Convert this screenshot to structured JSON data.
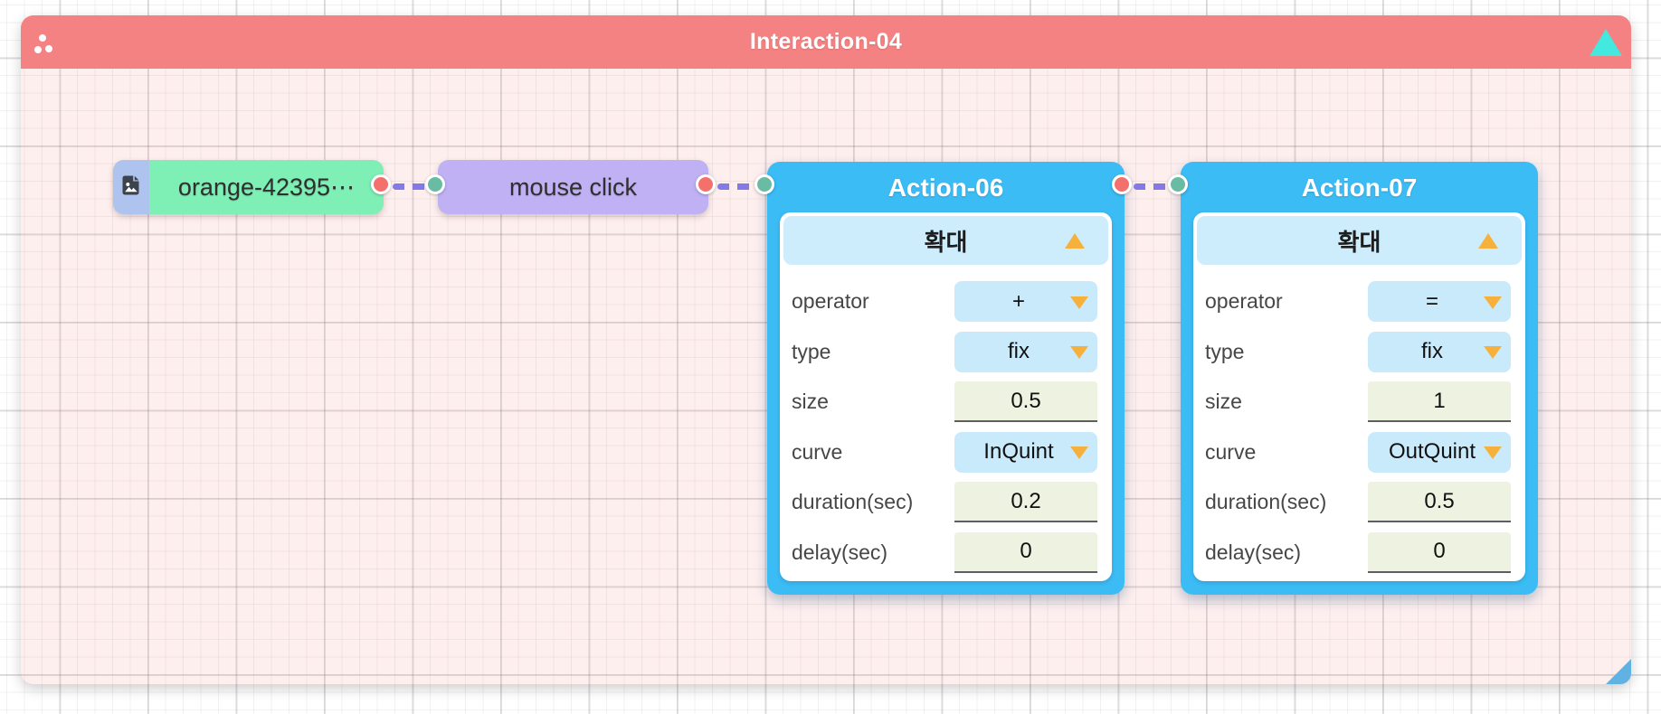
{
  "group": {
    "title": "Interaction-04",
    "icons": {
      "top_left": "group-dots-icon",
      "top_right": "collapse-triangle-up-icon",
      "bottom_right": "resize-handle-icon"
    }
  },
  "image_node": {
    "label": "orange-42395⋯",
    "icon": "file-image-icon"
  },
  "event_node": {
    "label": "mouse click"
  },
  "action06": {
    "title": "Action-06",
    "section_title": "확대",
    "rows": [
      {
        "label": "operator",
        "value": "+",
        "control": "dropdown"
      },
      {
        "label": "type",
        "value": "fix",
        "control": "dropdown"
      },
      {
        "label": "size",
        "value": "0.5",
        "control": "input"
      },
      {
        "label": "curve",
        "value": "InQuint",
        "control": "dropdown"
      },
      {
        "label": "duration(sec)",
        "value": "0.2",
        "control": "input"
      },
      {
        "label": "delay(sec)",
        "value": "0",
        "control": "input"
      }
    ]
  },
  "action07": {
    "title": "Action-07",
    "section_title": "확대",
    "rows": [
      {
        "label": "operator",
        "value": "=",
        "control": "dropdown"
      },
      {
        "label": "type",
        "value": "fix",
        "control": "dropdown"
      },
      {
        "label": "size",
        "value": "1",
        "control": "input"
      },
      {
        "label": "curve",
        "value": "OutQuint",
        "control": "dropdown"
      },
      {
        "label": "duration(sec)",
        "value": "0.5",
        "control": "input"
      },
      {
        "label": "delay(sec)",
        "value": "0",
        "control": "input"
      }
    ]
  },
  "colors": {
    "header-salmon": "#F58282",
    "panel-blue": "#3CBCF4",
    "bar-blue": "#CDEDFC",
    "dropdown-blue": "#C9EAFB",
    "input-green": "#EDF3E0",
    "orange": "#F6B03C",
    "mint": "#7EEFB5",
    "periwinkle": "#AEC3EE",
    "purple": "#BFB1F4",
    "wire": "#837AE8",
    "port-red": "#F4706D",
    "port-teal": "#69BCA3",
    "cyan": "#43E8DF",
    "resize-blue": "#5FB2E2"
  }
}
